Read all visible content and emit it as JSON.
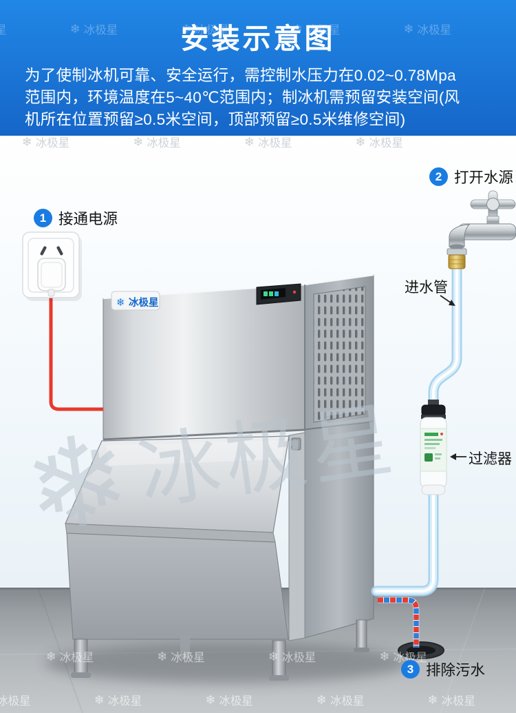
{
  "header": {
    "title": "安装示意图",
    "description_lines": [
      "为了使制冰机可靠、安全运行，需控制水压力在0.02~0.78Mpa",
      "范围内，环境温度在5~40℃范围内；制冰机需预留安装空间(风",
      "机所在位置预留≥0.5米空间，顶部预留≥0.5米维修空间)"
    ]
  },
  "steps": [
    {
      "number": "1",
      "label": "接通电源"
    },
    {
      "number": "2",
      "label": "打开水源"
    },
    {
      "number": "3",
      "label": "排除污水"
    }
  ],
  "annotations": {
    "inlet_pipe": "进水管",
    "filter": "过滤器"
  },
  "brand": {
    "name": "冰极星",
    "icon": "snowflake-icon",
    "icon_glyph": "❄"
  },
  "watermark": {
    "text": "冰极星",
    "icon_glyph": "❄"
  },
  "colors": {
    "header_blue": "#1a7ce2",
    "step_badge_blue": "#1a7ce2",
    "power_cable_red": "#e8392c",
    "water_pipe_blue": "#a6d3ee",
    "drain_dash_red": "#e23c33",
    "drain_dash_blue": "#2f7ed8",
    "filter_label_green": "#3aa34d",
    "floor_gray": "#9aa0a4"
  }
}
